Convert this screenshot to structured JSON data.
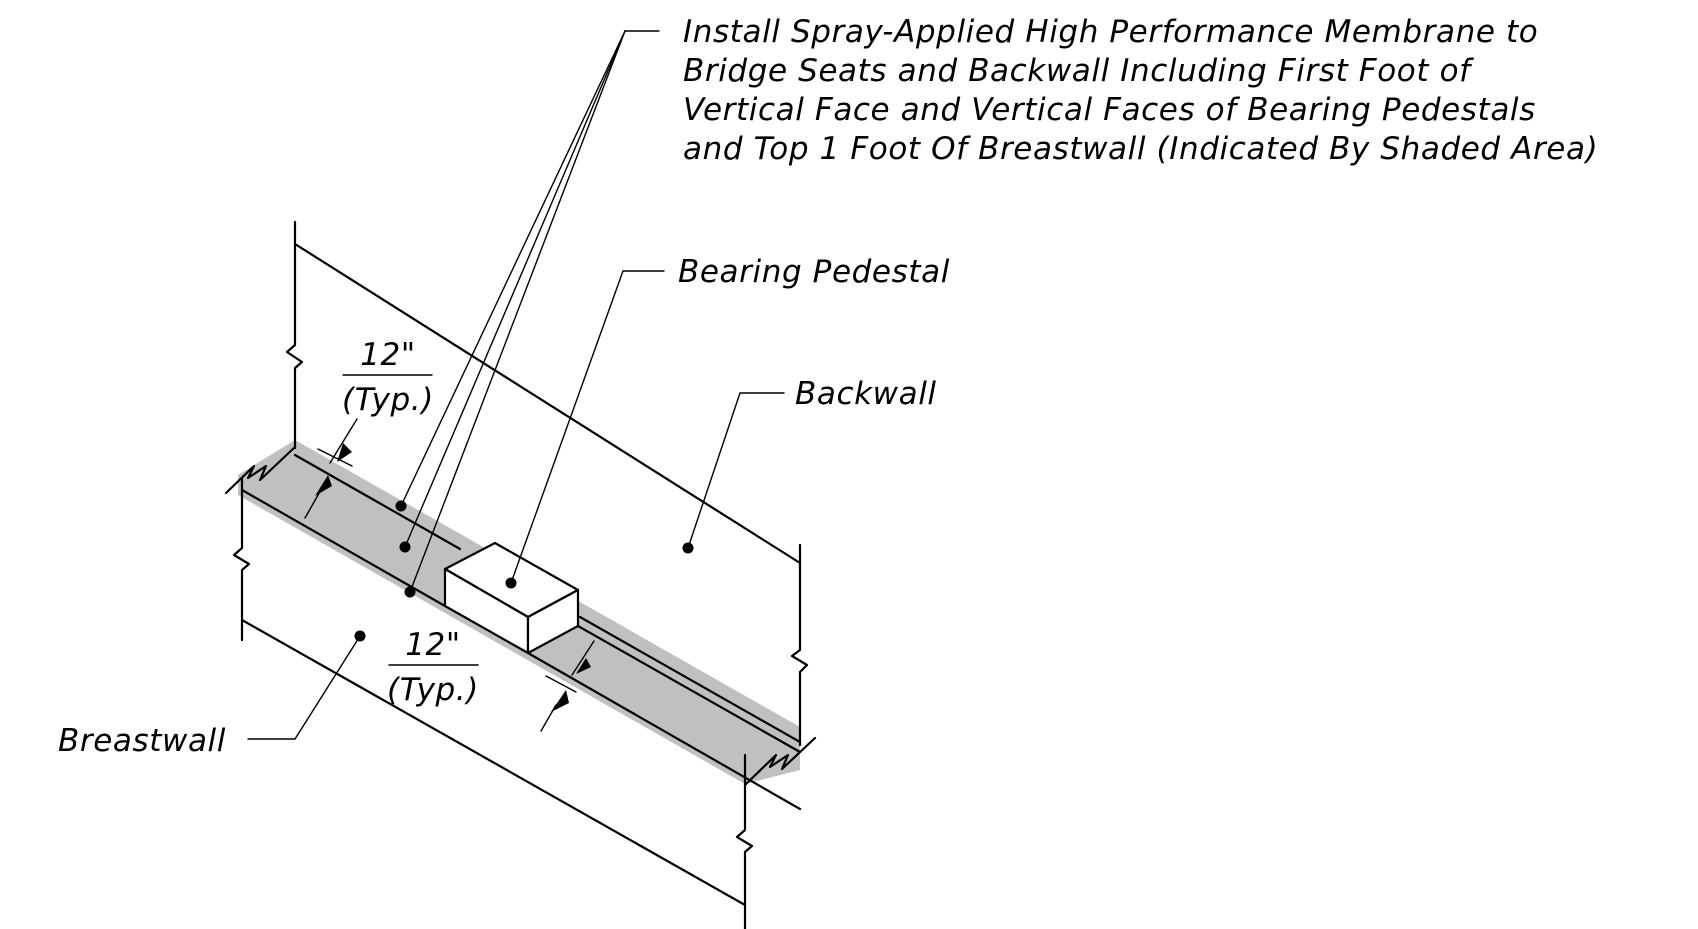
{
  "colors": {
    "line": "#000000",
    "membrane_shade": "#c0c0c0",
    "background": "#ffffff"
  },
  "labels": {
    "membrane_note": [
      "Install Spray-Applied High Performance Membrane to",
      "Bridge Seats and Backwall Including First Foot of",
      "Vertical Face and Vertical Faces of Bearing Pedestals",
      "and Top 1 Foot Of Breastwall (Indicated By Shaded Area)"
    ],
    "bearing_pedestal": "Bearing Pedestal",
    "backwall": "Backwall",
    "breastwall": "Breastwall",
    "dim_upper_value": "12\"",
    "dim_upper_note": "(Typ.)",
    "dim_lower_value": "12\"",
    "dim_lower_note": "(Typ.)"
  }
}
